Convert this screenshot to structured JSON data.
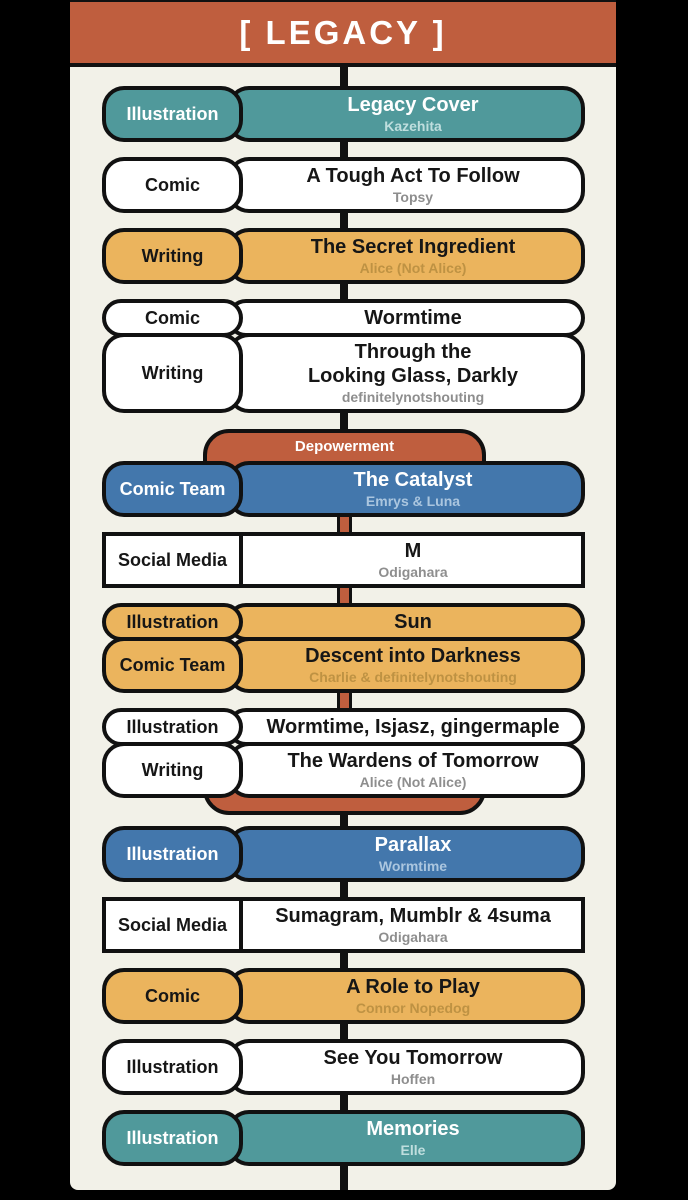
{
  "header": {
    "title": "[ LEGACY ]"
  },
  "bracket": {
    "label": "Depowerment"
  },
  "colors": {
    "accent_orange": "#BF5E3E",
    "teal": "#50999B",
    "gold": "#EBB45D",
    "blue": "#4377AC",
    "cream_background": "#F2F1E8",
    "line_black": "#111111"
  },
  "rows": [
    {
      "type": "Illustration",
      "title": "Legacy Cover",
      "subtitle": "Kazehita",
      "variant": "teal"
    },
    {
      "type": "Comic",
      "title": "A Tough Act To Follow",
      "subtitle": "Topsy",
      "variant": "white"
    },
    {
      "type": "Writing",
      "title": "The Secret Ingredient",
      "subtitle": "Alice (Not Alice)",
      "variant": "gold"
    },
    {
      "type": "Comic",
      "title": "Wormtime",
      "subtitle": "",
      "variant": "white"
    },
    {
      "type": "Writing",
      "title": "Through the\nLooking Glass, Darkly",
      "subtitle": "definitelynotshouting",
      "variant": "white",
      "attached": true
    },
    {
      "type": "Comic Team",
      "title": "The Catalyst",
      "subtitle": "Emrys & Luna",
      "variant": "blue",
      "in_bracket": true
    },
    {
      "type": "Social Media",
      "title": "M",
      "subtitle": "Odigahara",
      "variant": "square",
      "in_bracket": true
    },
    {
      "type": "Illustration",
      "title": "Sun",
      "subtitle": "",
      "variant": "gold",
      "in_bracket": true
    },
    {
      "type": "Comic Team",
      "title": "Descent into Darkness",
      "subtitle": "Charlie & definitelynotshouting",
      "variant": "gold",
      "attached": true,
      "in_bracket": true
    },
    {
      "type": "Illustration",
      "title": "Wormtime, Isjasz, gingermaple",
      "subtitle": "",
      "variant": "white",
      "in_bracket": true
    },
    {
      "type": "Writing",
      "title": "The Wardens of Tomorrow",
      "subtitle": "Alice (Not Alice)",
      "variant": "white",
      "attached": true,
      "in_bracket": true
    },
    {
      "type": "Illustration",
      "title": "Parallax",
      "subtitle": "Wormtime",
      "variant": "blue"
    },
    {
      "type": "Social Media",
      "title": "Sumagram, Mumblr & 4suma",
      "subtitle": "Odigahara",
      "variant": "square"
    },
    {
      "type": "Comic",
      "title": "A Role to Play",
      "subtitle": "Connor Nopedog",
      "variant": "gold"
    },
    {
      "type": "Illustration",
      "title": "See You Tomorrow",
      "subtitle": "Hoffen",
      "variant": "white"
    },
    {
      "type": "Illustration",
      "title": "Memories",
      "subtitle": "Elle",
      "variant": "teal"
    }
  ]
}
